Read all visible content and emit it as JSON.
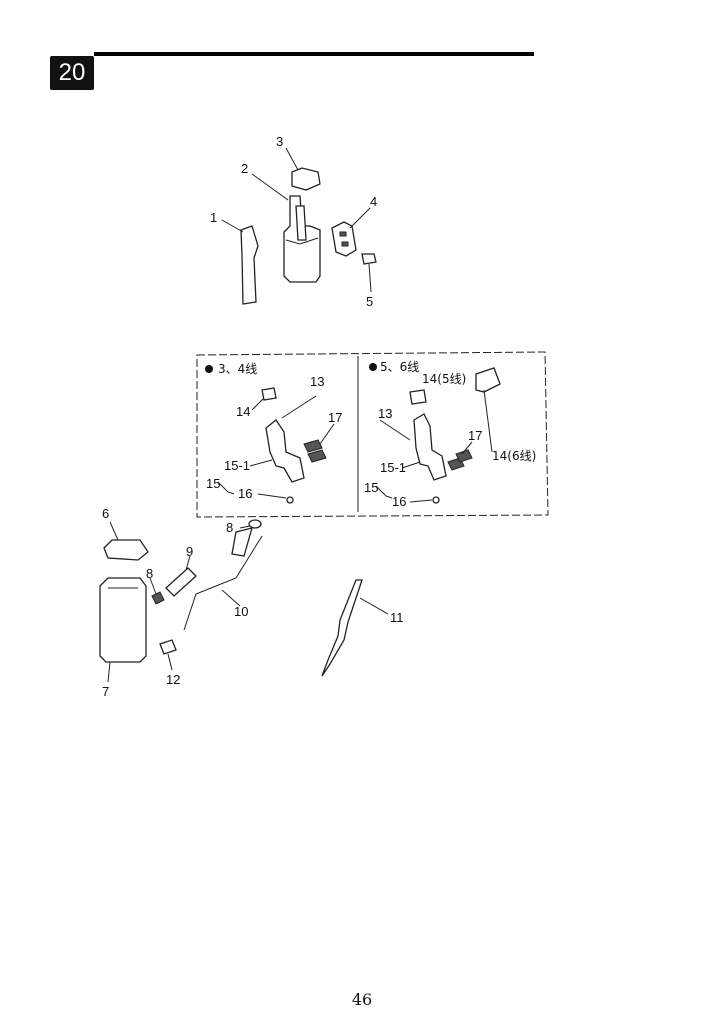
{
  "header": {
    "section_number": "20"
  },
  "footer": {
    "page_number": "46"
  },
  "inset_panels": {
    "left_title": "3、4线",
    "right_title": "5、6线"
  },
  "labels": {
    "p1": "1",
    "p2": "2",
    "p3": "3",
    "p4": "4",
    "p5": "5",
    "p6": "6",
    "p7": "7",
    "p8a": "8",
    "p8b": "8",
    "p9": "9",
    "p10": "10",
    "p11": "11",
    "p12": "12",
    "l13": "13",
    "l14": "14",
    "l15_1": "15-1",
    "l15": "15",
    "l16": "16",
    "l17": "17",
    "r13": "13",
    "r14a": "14(5线)",
    "r14b": "14(6线)",
    "r15_1": "15-1",
    "r15": "15",
    "r16": "16",
    "r17": "17"
  },
  "colors": {
    "line": "#222222",
    "badge": "#111111"
  }
}
